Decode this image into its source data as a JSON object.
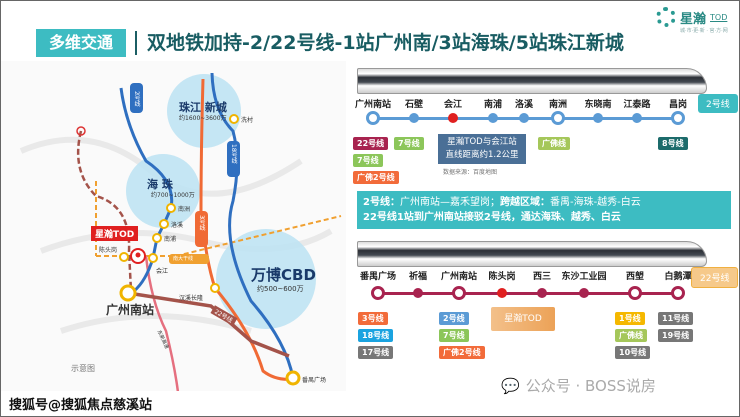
{
  "header": {
    "tag": "多维交通",
    "title": "双地铁加持-2/22号线-1站广州南/3站海珠/5站珠江新城"
  },
  "logo": {
    "name": "星瀚",
    "tod": "TOD",
    "sub": "城·市·更·新 · 官·方·网"
  },
  "map": {
    "districts": [
      {
        "name": "珠江 新城",
        "price": "约1600~3600万"
      },
      {
        "name": "海 珠",
        "price": "约700~1000万"
      },
      {
        "name": "万博CBD",
        "price": "约500~600万"
      }
    ],
    "tod_label": "星瀚TOD",
    "stations": [
      "洗村",
      "南洲",
      "洛溪",
      "南浦",
      "陈头岗",
      "会江",
      "汉溪长隆",
      "番禺广场"
    ],
    "hub": "广州南站",
    "lines": {
      "l2": "2号线",
      "l18": "18号线",
      "l3": "3号线",
      "l22": "22号线",
      "road": "南大干线",
      "highway": "东新高速"
    },
    "note": "示意图"
  },
  "line2": {
    "tag": "2号线",
    "stations": [
      "广州南站",
      "石壁",
      "会江",
      "南浦",
      "洛溪",
      "南洲",
      "东晓南",
      "江泰路",
      "昌岗"
    ],
    "callout": "星瀚TOD与会江站\n直线距离约1.2公里",
    "callout_line1": "星瀚TOD与会江站",
    "callout_line2": "直线距离约1.2公里",
    "source": "数据来源：百度地图",
    "transfers": {
      "s0": [
        "22号线",
        "7号线",
        "广佛2号线"
      ],
      "s1": [
        "7号线"
      ],
      "s5": [
        "广佛线"
      ],
      "s8": [
        "8号线"
      ]
    }
  },
  "info": {
    "line1_a": "2号线：",
    "line1_b": "广州南站—嘉禾望岗；",
    "line1_c": "跨越区域：",
    "line1_d": "番禺-海珠-越秀-白云",
    "line2": "22号线1站到广州南站接驳2号线，通达海珠、越秀、白云"
  },
  "line22": {
    "tag": "22号线",
    "stations": [
      "番禺广场",
      "祈福",
      "广州南站",
      "陈头岗",
      "西三",
      "东沙工业园",
      "西塱",
      "白鹅潭"
    ],
    "callout": "星瀚TOD",
    "transfers": {
      "s0": [
        "3号线",
        "18号线",
        "17号线"
      ],
      "s2": [
        "2号线",
        "7号线",
        "广佛2号线"
      ],
      "s6": [
        "1号线",
        "广佛线",
        "10号线"
      ],
      "s7": [
        "11号线",
        "19号线"
      ]
    }
  },
  "footer": {
    "watermark": "搜狐号@搜狐焦点慈溪站",
    "wechat": "公众号 · BOSS说房"
  },
  "colors": {
    "teal": "#3dbcc2",
    "line2": "#5b9bd5",
    "line22": "#a8234f",
    "tod": "#e02020"
  }
}
